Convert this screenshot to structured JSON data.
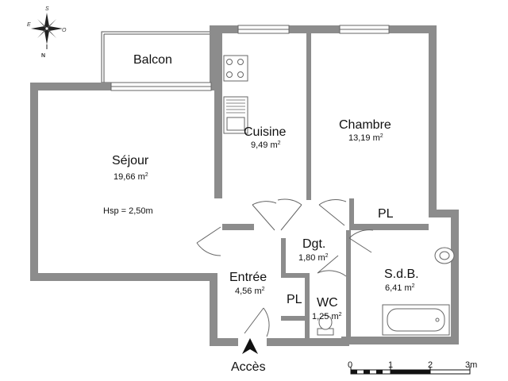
{
  "compass": {
    "north": "N",
    "south": "S",
    "east": "E",
    "west": "O"
  },
  "rooms": {
    "balcon": {
      "name": "Balcon"
    },
    "sejour": {
      "name": "Séjour",
      "area": "19,66 m",
      "hsp": "Hsp = 2,50m"
    },
    "cuisine": {
      "name": "Cuisine",
      "area": "9,49 m"
    },
    "chambre": {
      "name": "Chambre",
      "area": "13,19 m"
    },
    "pl_chambre": {
      "name": "PL"
    },
    "dgt": {
      "name": "Dgt.",
      "area": "1,80 m"
    },
    "entree": {
      "name": "Entrée",
      "area": "4,56 m"
    },
    "pl_entree": {
      "name": "PL"
    },
    "wc": {
      "name": "WC",
      "area": "1,25 m"
    },
    "sdb": {
      "name": "S.d.B.",
      "area": "6,41 m"
    }
  },
  "area_superscript": "2",
  "entrance_label": "Accès",
  "scale": {
    "labels": [
      "0",
      "1",
      "2",
      "3m"
    ]
  }
}
